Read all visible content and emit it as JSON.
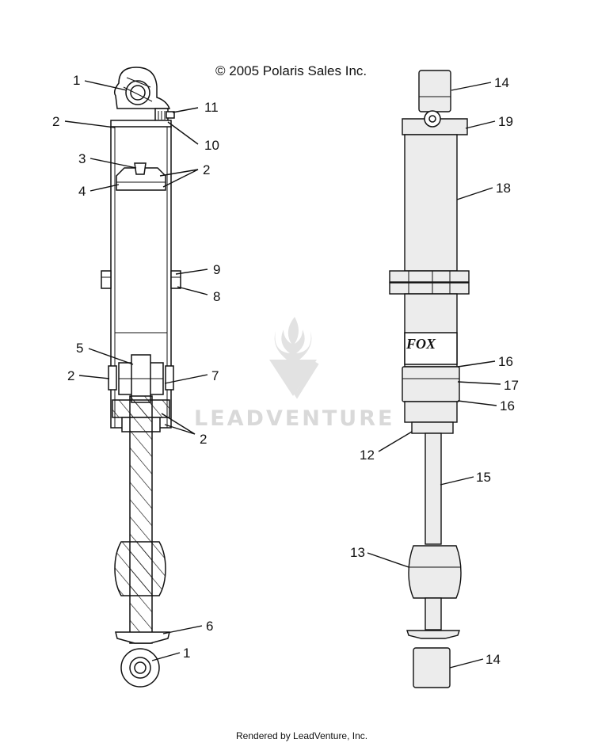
{
  "copyright": "© 2005 Polaris Sales Inc.",
  "footer": "Rendered by LeadVenture, Inc.",
  "watermark": "LEADVENTURE",
  "callouts": {
    "left_1_top": "1",
    "left_11": "11",
    "left_2_top": "2",
    "left_10": "10",
    "left_3": "3",
    "left_2_piston": "2",
    "left_4": "4",
    "left_9": "9",
    "left_8": "8",
    "left_5": "5",
    "left_2_mid": "2",
    "left_7": "7",
    "left_2_seal": "2",
    "left_6": "6",
    "left_1_bottom": "1",
    "right_14_top": "14",
    "right_19": "19",
    "right_18": "18",
    "right_16_a": "16",
    "right_17": "17",
    "right_16_b": "16",
    "right_12": "12",
    "right_15": "15",
    "right_13": "13",
    "right_14_bottom": "14"
  },
  "colors": {
    "line": "#111111",
    "watermark": "#d9d9d9",
    "background": "#ffffff"
  }
}
